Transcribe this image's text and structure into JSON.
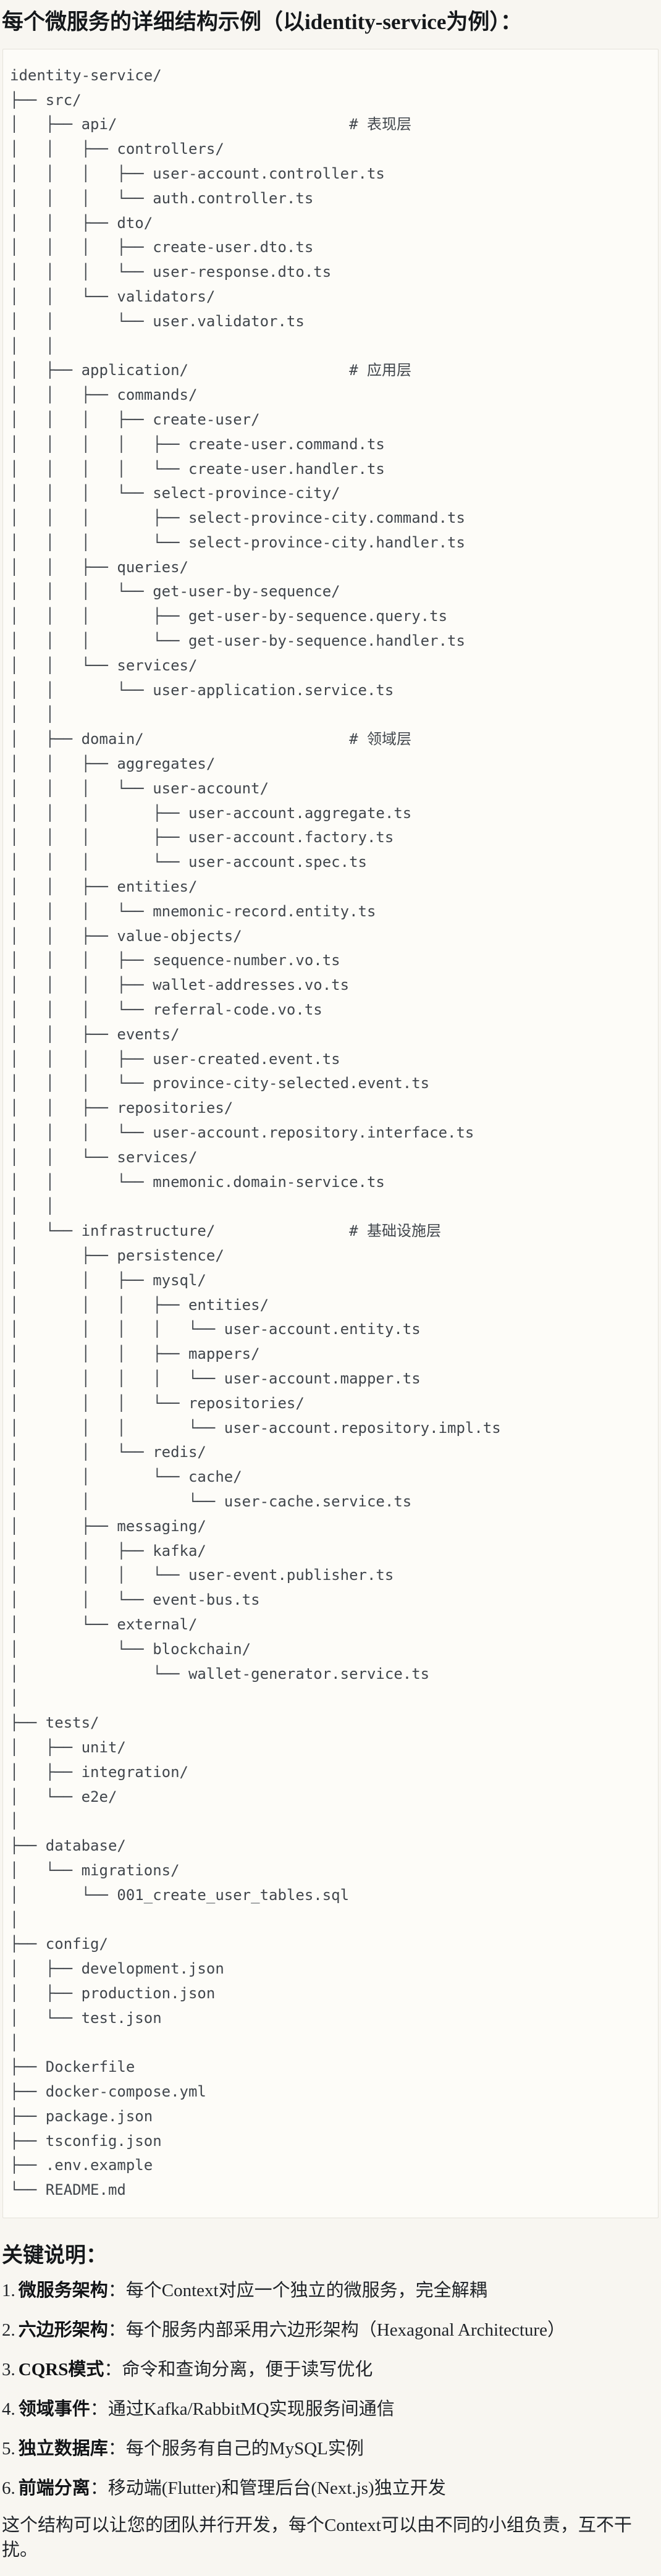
{
  "title": "每个微服务的详细结构示例（以identity-service为例）：",
  "tree_lines": [
    "identity-service/",
    "├── src/",
    "│   ├── api/                          # 表现层",
    "│   │   ├── controllers/",
    "│   │   │   ├── user-account.controller.ts",
    "│   │   │   └── auth.controller.ts",
    "│   │   ├── dto/",
    "│   │   │   ├── create-user.dto.ts",
    "│   │   │   └── user-response.dto.ts",
    "│   │   └── validators/",
    "│   │       └── user.validator.ts",
    "│   │",
    "│   ├── application/                  # 应用层",
    "│   │   ├── commands/",
    "│   │   │   ├── create-user/",
    "│   │   │   │   ├── create-user.command.ts",
    "│   │   │   │   └── create-user.handler.ts",
    "│   │   │   └── select-province-city/",
    "│   │   │       ├── select-province-city.command.ts",
    "│   │   │       └── select-province-city.handler.ts",
    "│   │   ├── queries/",
    "│   │   │   └── get-user-by-sequence/",
    "│   │   │       ├── get-user-by-sequence.query.ts",
    "│   │   │       └── get-user-by-sequence.handler.ts",
    "│   │   └── services/",
    "│   │       └── user-application.service.ts",
    "│   │",
    "│   ├── domain/                       # 领域层",
    "│   │   ├── aggregates/",
    "│   │   │   └── user-account/",
    "│   │   │       ├── user-account.aggregate.ts",
    "│   │   │       ├── user-account.factory.ts",
    "│   │   │       └── user-account.spec.ts",
    "│   │   ├── entities/",
    "│   │   │   └── mnemonic-record.entity.ts",
    "│   │   ├── value-objects/",
    "│   │   │   ├── sequence-number.vo.ts",
    "│   │   │   ├── wallet-addresses.vo.ts",
    "│   │   │   └── referral-code.vo.ts",
    "│   │   ├── events/",
    "│   │   │   ├── user-created.event.ts",
    "│   │   │   └── province-city-selected.event.ts",
    "│   │   ├── repositories/",
    "│   │   │   └── user-account.repository.interface.ts",
    "│   │   └── services/",
    "│   │       └── mnemonic.domain-service.ts",
    "│   │",
    "│   └── infrastructure/               # 基础设施层",
    "│       ├── persistence/",
    "│       │   ├── mysql/",
    "│       │   │   ├── entities/",
    "│       │   │   │   └── user-account.entity.ts",
    "│       │   │   ├── mappers/",
    "│       │   │   │   └── user-account.mapper.ts",
    "│       │   │   └── repositories/",
    "│       │   │       └── user-account.repository.impl.ts",
    "│       │   └── redis/",
    "│       │       └── cache/",
    "│       │           └── user-cache.service.ts",
    "│       ├── messaging/",
    "│       │   ├── kafka/",
    "│       │   │   └── user-event.publisher.ts",
    "│       │   └── event-bus.ts",
    "│       └── external/",
    "│           └── blockchain/",
    "│               └── wallet-generator.service.ts",
    "│",
    "├── tests/",
    "│   ├── unit/",
    "│   ├── integration/",
    "│   └── e2e/",
    "│",
    "├── database/",
    "│   └── migrations/",
    "│       └── 001_create_user_tables.sql",
    "│",
    "├── config/",
    "│   ├── development.json",
    "│   ├── production.json",
    "│   └── test.json",
    "│",
    "├── Dockerfile",
    "├── docker-compose.yml",
    "├── package.json",
    "├── tsconfig.json",
    "├── .env.example",
    "└── README.md"
  ],
  "notes": {
    "heading": "关键说明：",
    "separator": "：",
    "items": [
      {
        "num": "1.",
        "label": "微服务架构",
        "desc": "每个Context对应一个独立的微服务，完全解耦"
      },
      {
        "num": "2.",
        "label": "六边形架构",
        "desc": "每个服务内部采用六边形架构（Hexagonal Architecture）"
      },
      {
        "num": "3.",
        "label": "CQRS模式",
        "desc": "命令和查询分离，便于读写优化"
      },
      {
        "num": "4.",
        "label": "领域事件",
        "desc": "通过Kafka/RabbitMQ实现服务间通信"
      },
      {
        "num": "5.",
        "label": "独立数据库",
        "desc": "每个服务有自己的MySQL实例"
      },
      {
        "num": "6.",
        "label": "前端分离",
        "desc": "移动端(Flutter)和管理后台(Next.js)独立开发"
      }
    ]
  },
  "closing": "这个结构可以让您的团队并行开发，每个Context可以由不同的小组负责，互不干扰。"
}
